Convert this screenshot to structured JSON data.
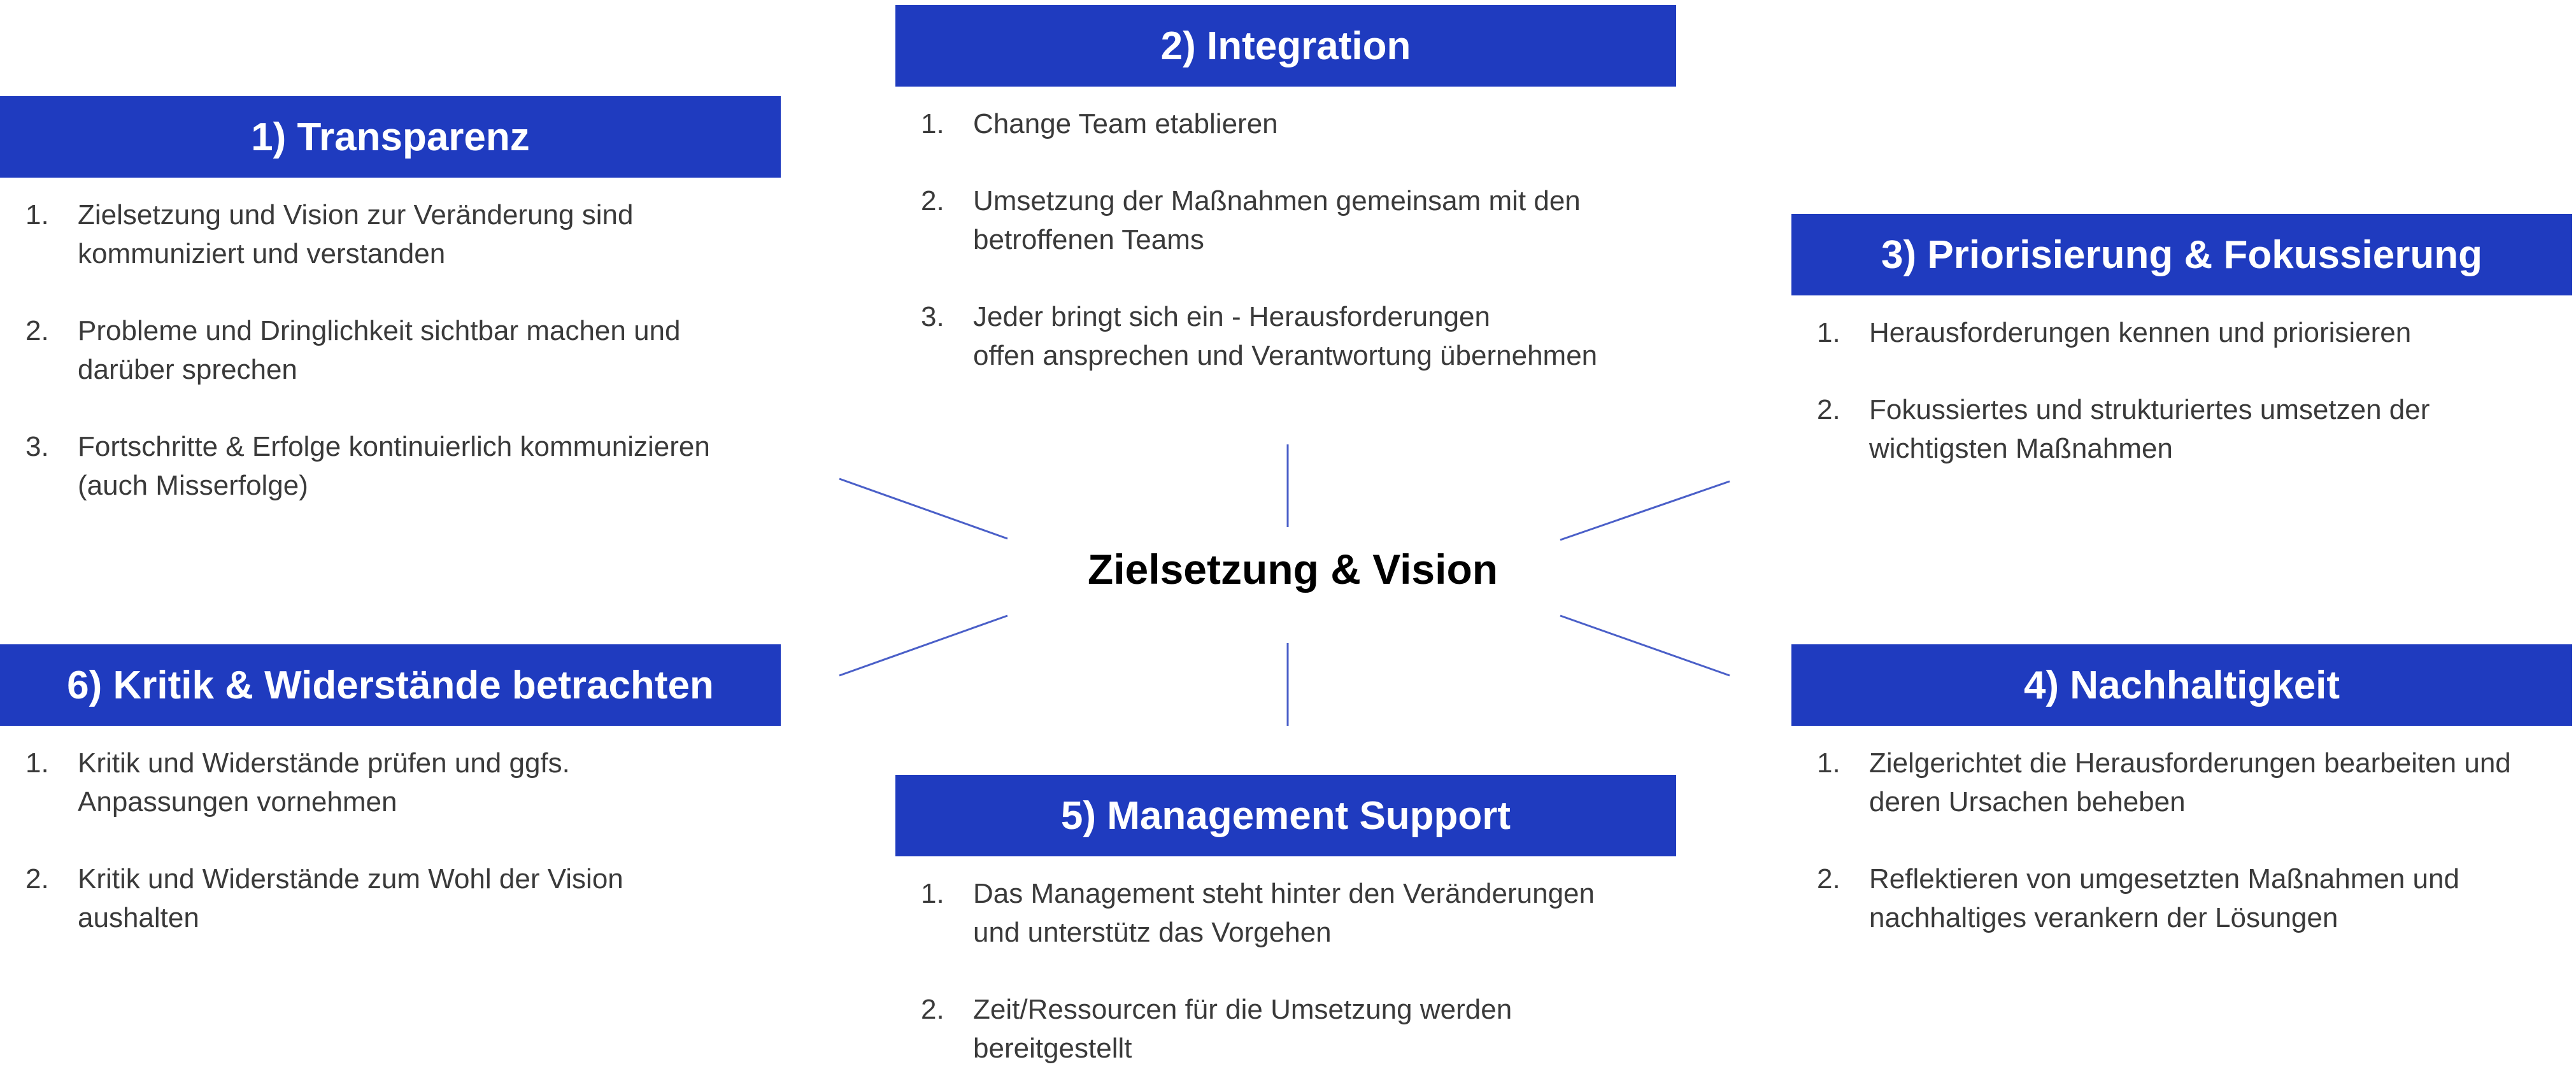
{
  "center": {
    "label": "Zielsetzung & Vision"
  },
  "boxes": [
    {
      "title": "1) Transparenz",
      "items": [
        {
          "num": "1.",
          "text": "Zielsetzung und Vision zur Veränderung sind\nkommuniziert und verstanden"
        },
        {
          "num": "2.",
          "text": "Probleme und Dringlichkeit sichtbar machen und\ndarüber sprechen"
        },
        {
          "num": "3.",
          "text": "Fortschritte & Erfolge kontinuierlich kommunizieren\n(auch Misserfolge)"
        }
      ]
    },
    {
      "title": "2) Integration",
      "items": [
        {
          "num": "1.",
          "text": "Change Team etablieren"
        },
        {
          "num": "2.",
          "text": "Umsetzung der Maßnahmen gemeinsam mit den\nbetroffenen Teams"
        },
        {
          "num": "3.",
          "text": "Jeder bringt sich ein - Herausforderungen\noffen ansprechen und Verantwortung übernehmen"
        }
      ]
    },
    {
      "title": "3) Priorisierung & Fokussierung",
      "items": [
        {
          "num": "1.",
          "text": "Herausforderungen kennen und priorisieren"
        },
        {
          "num": "2.",
          "text": "Fokussiertes und strukturiertes umsetzen der\nwichtigsten Maßnahmen"
        }
      ]
    },
    {
      "title": "4) Nachhaltigkeit",
      "items": [
        {
          "num": "1.",
          "text": "Zielgerichtet die Herausforderungen bearbeiten und\nderen Ursachen beheben"
        },
        {
          "num": "2.",
          "text": "Reflektieren von umgesetzten Maßnahmen und\nnachhaltiges verankern der Lösungen"
        }
      ]
    },
    {
      "title": "5) Management Support",
      "items": [
        {
          "num": "1.",
          "text": "Das Management steht hinter den Veränderungen\nund unterstütz das Vorgehen"
        },
        {
          "num": "2.",
          "text": "Zeit/Ressourcen für die Umsetzung werden\nbereitgestellt"
        }
      ]
    },
    {
      "title": "6) Kritik & Widerstände betrachten",
      "items": [
        {
          "num": "1.",
          "text": "Kritik und Widerstände prüfen und ggfs.\nAnpassungen vornehmen"
        },
        {
          "num": "2.",
          "text": "Kritik und Widerstände zum Wohl der Vision\naushalten"
        }
      ]
    }
  ],
  "colors": {
    "header_bg": "#1f3bbf",
    "header_text": "#ffffff",
    "connector": "#4a5fc8",
    "body_text": "#3a3a3a"
  }
}
